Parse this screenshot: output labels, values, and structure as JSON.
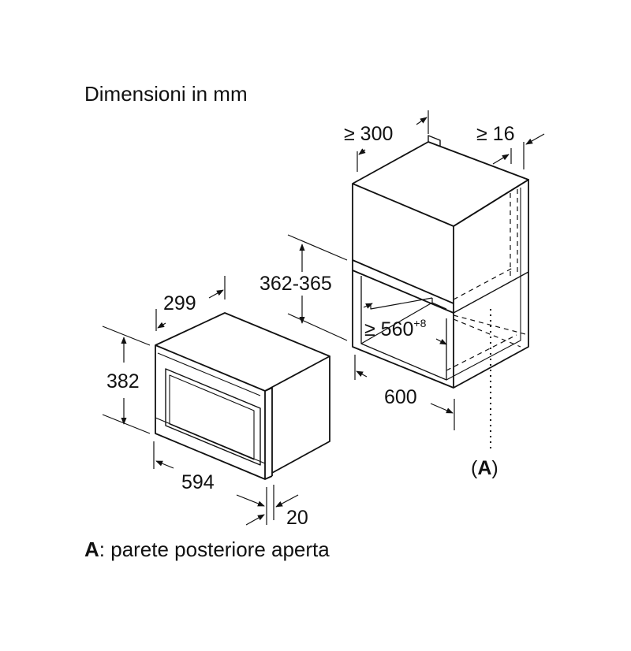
{
  "title": "Dimensioni in mm",
  "dimensions": {
    "depth_min": "≥ 300",
    "gap_min": "≥ 16",
    "niche_height": "362-365",
    "niche_depth": "≥ 560",
    "niche_depth_tol": "+8",
    "niche_width": "600",
    "appliance_depth": "299",
    "appliance_height": "382",
    "appliance_width": "594",
    "front_thickness": "20"
  },
  "callout": {
    "open": "(",
    "letter": "A",
    "close": ")"
  },
  "legend": {
    "letter": "A",
    "text": ": parete posteriore aperta"
  },
  "colors": {
    "line": "#111111",
    "background": "#ffffff"
  }
}
